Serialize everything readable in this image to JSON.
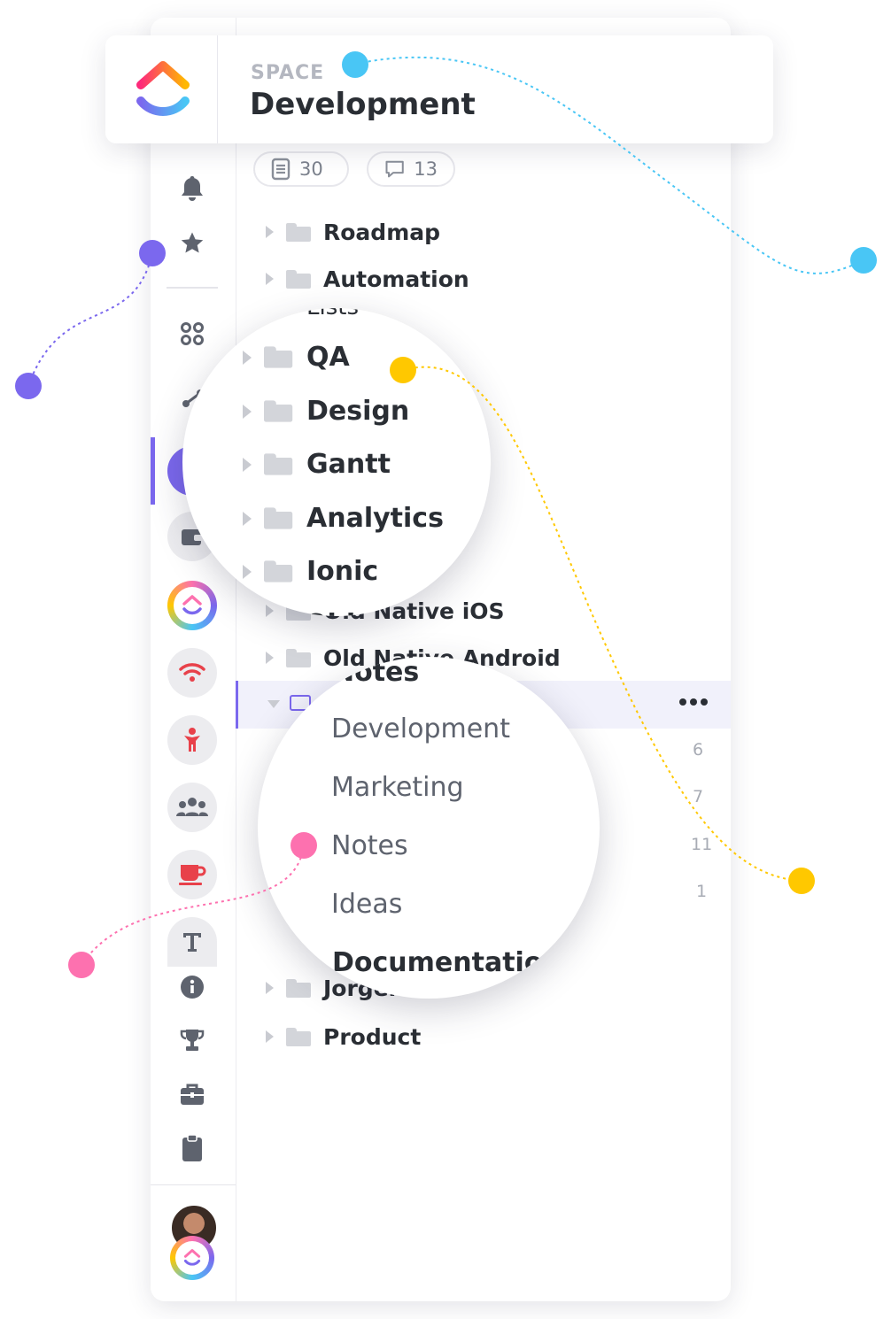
{
  "header": {
    "space_label": "SPACE",
    "space_title": "Development"
  },
  "counters": {
    "docs": "30",
    "comments": "13"
  },
  "folders": [
    {
      "label": "Roadmap"
    },
    {
      "label": "Automation"
    },
    {
      "label": "Old Native iOS"
    },
    {
      "label": "Old Native Android"
    },
    {
      "label": "Jorgen"
    },
    {
      "label": "Product"
    }
  ],
  "lens_1": {
    "ghost_label": "Lists",
    "folders": [
      {
        "label": "QA"
      },
      {
        "label": "Design"
      },
      {
        "label": "Gantt"
      },
      {
        "label": "Analytics"
      },
      {
        "label": "Ionic"
      }
    ],
    "ghost_bottom": "Old Nat"
  },
  "lens_2": {
    "folder_title": "Notes",
    "lists": [
      {
        "label": "Development",
        "count": "6"
      },
      {
        "label": "Marketing",
        "count": "7"
      },
      {
        "label": "Notes",
        "count": "11"
      },
      {
        "label": "Ideas",
        "count": "1"
      }
    ],
    "next_folder": "Documentation"
  },
  "colors": {
    "accent": "#7b68ee",
    "dot_blue": "#49c6f5",
    "dot_purple": "#7b68ee",
    "dot_yellow": "#ffc800",
    "dot_pink": "#fd71af"
  },
  "icons": {
    "rail": [
      "bell-icon",
      "star-icon",
      "apps-icon",
      "share-icon",
      "wifi-icon",
      "person-icon",
      "team-icon",
      "coffee-icon",
      "info-icon",
      "trophy-icon",
      "briefcase-icon",
      "clipboard-icon"
    ]
  }
}
